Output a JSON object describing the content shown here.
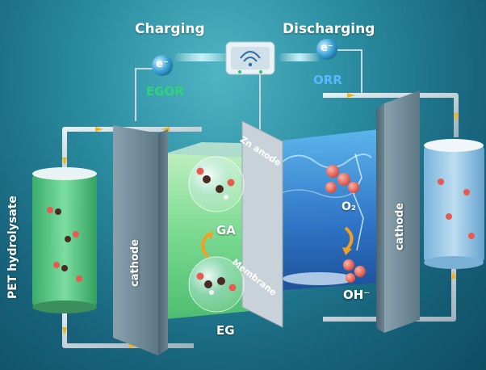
{
  "labels": {
    "charging": "Charging",
    "discharging": "Discharging",
    "egor": "EGOR",
    "orr": "ORR",
    "electron": "e⁻",
    "pet_hydrolysate": "PET hydrolysate",
    "zn_anode": "Zn anode",
    "membrane": "Membrane",
    "cathode_left": "cathode",
    "cathode_right": "cathode",
    "ga": "GA",
    "eg": "EG",
    "o2": "O₂",
    "oh": "OH⁻"
  },
  "colors": {
    "background": "#1a6f86",
    "egor_text": "#2fd47a",
    "orr_text": "#5ab8ff",
    "left_electrolyte": "#7fe08f",
    "right_electrolyte": "#3f8ede",
    "electrode_plate": "#6f8895",
    "flow_arrow": "#f2b21b"
  },
  "icons": [
    "wifi-device-icon",
    "electron-sphere-icon",
    "molecule-icon",
    "flow-arrow-icon"
  ]
}
